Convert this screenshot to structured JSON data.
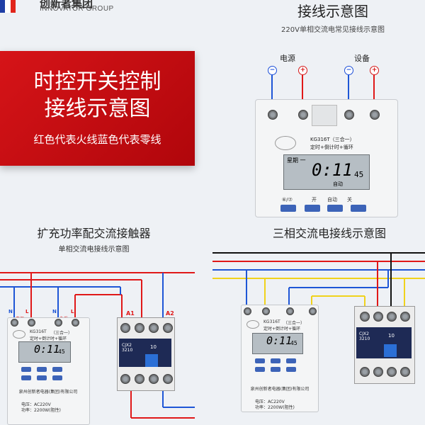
{
  "header": {
    "brand_cn": "创新者集团",
    "brand_en": "INNOVATOR GROUP",
    "title": "接线示意图",
    "subtitle": "220V单相交流电常见接线示意图"
  },
  "banner": {
    "line1": "时控开关控制",
    "line2": "接线示意图",
    "line3": "红色代表火线蓝色代表零线"
  },
  "top_device": {
    "label_power": "电源",
    "label_device": "设备",
    "neg": "−",
    "pos": "+",
    "model": "KG316T（三合一）",
    "features": "定时+倒计时+循环",
    "screen_week": "星期 一",
    "screen_time": "0:11",
    "screen_sec": "45",
    "screen_mode": "自动",
    "btn_labels": [
      "开",
      "自动",
      "关"
    ],
    "btn_left": "⑥/⑦"
  },
  "section_left": {
    "title": "扩充功率配交流接触器",
    "subtitle": "单相交流电接线示意图",
    "terminal_labels": [
      "N",
      "L",
      "N",
      "L"
    ],
    "power_label": "电源",
    "load_label": "负载",
    "a1": "A1",
    "a2": "A2",
    "model": "KG316T",
    "model_note": "（三合一）",
    "features": "定时+倒计时+循环",
    "screen_time": "0:11",
    "screen_sec": "45",
    "company": "泉州创新者电器(集团)有限公司",
    "contactor_model": "CJX2 3210",
    "contactor_10": "10",
    "spec1": "电压：AC220V",
    "spec2": "功率：2200W(阻性)"
  },
  "section_right": {
    "title": "三相交流电接线示意图",
    "model": "KG316T",
    "model_note": "（三合一）",
    "features": "定时+倒计时+循环",
    "screen_time": "0:11",
    "screen_sec": "45",
    "company": "泉州创新者电器(集团)有限公司",
    "contactor_model": "CJX2 3210",
    "contactor_10": "10",
    "spec1": "电压：AC220V",
    "spec2": "功率：2200W(阻性)"
  },
  "colors": {
    "fire_line": "#e01818",
    "zero_line": "#1e56d6",
    "yellow_line": "#f0d21c",
    "black_line": "#111111",
    "banner_red": "#d61418"
  }
}
